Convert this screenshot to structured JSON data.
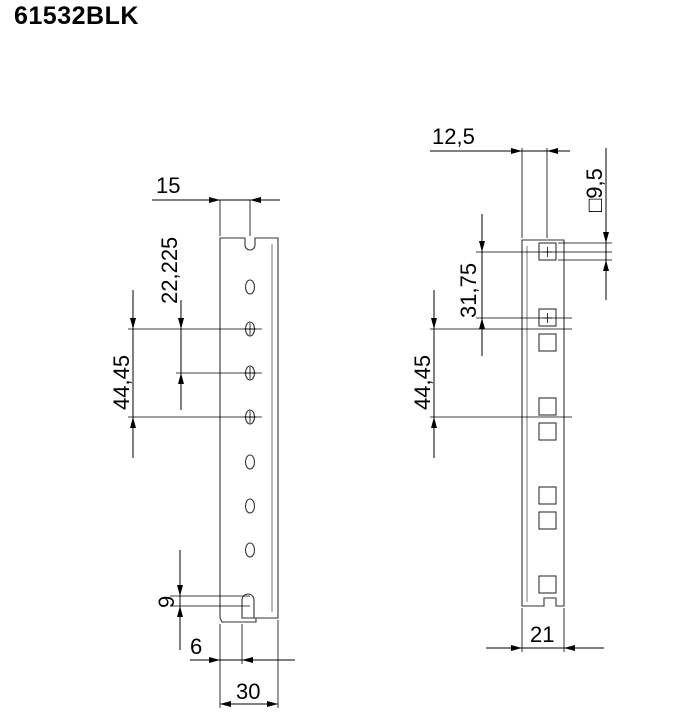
{
  "title": "61532BLK",
  "left_view": {
    "dim_top_width": "15",
    "dim_offset": "22,225",
    "dim_pitch": "44,45",
    "dim_bottom_slot": "9",
    "dim_edge": "6",
    "dim_total_width": "30"
  },
  "right_view": {
    "dim_top_width": "12,5",
    "dim_square": "□9,5",
    "dim_offset": "31,75",
    "dim_pitch": "44,45",
    "dim_total_width": "21"
  }
}
